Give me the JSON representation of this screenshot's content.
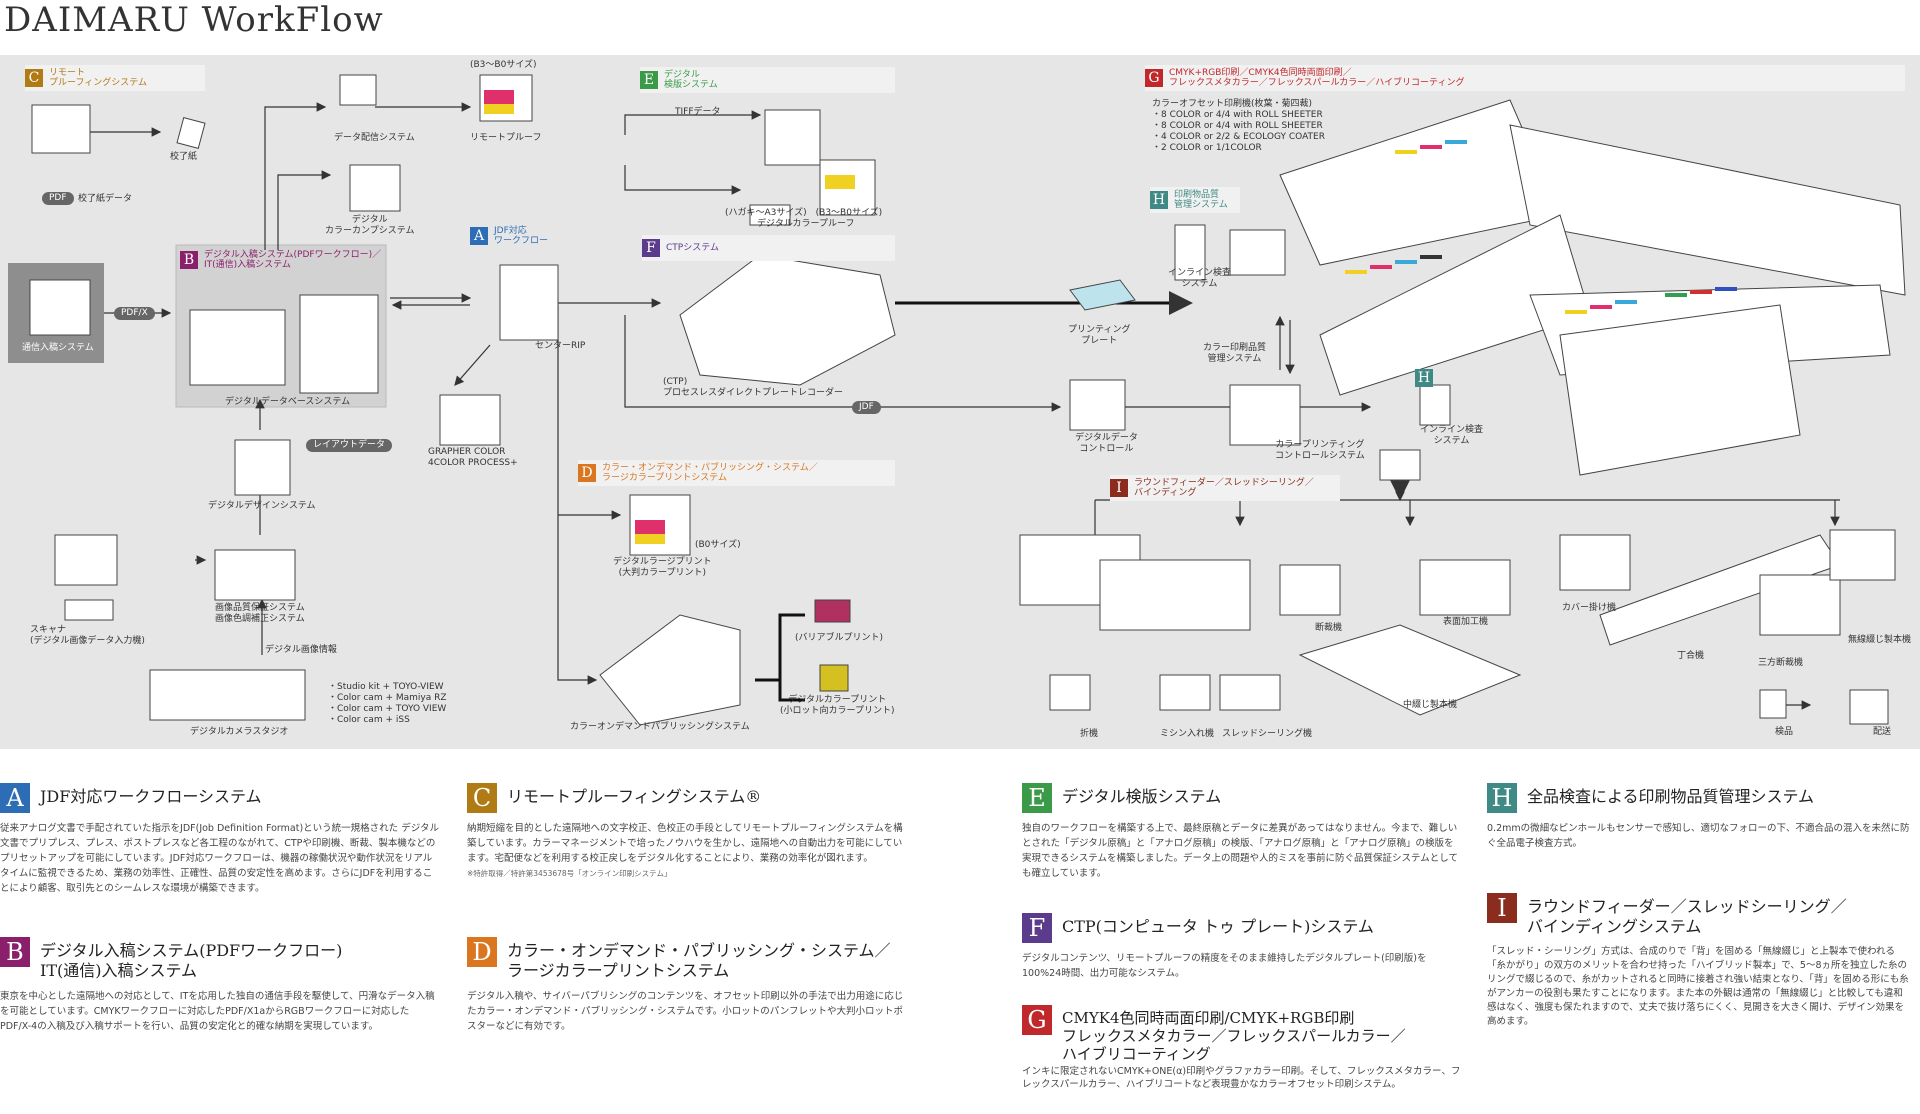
{
  "title": "DAIMARU WorkFlow",
  "colors": {
    "A": "#2d6db5",
    "B": "#8a1f6b",
    "C": "#b07a14",
    "D": "#d9761f",
    "E": "#3a9a48",
    "F": "#5b3b8c",
    "G": "#c0282c",
    "H": "#3f8a85",
    "I": "#8a2d1f"
  },
  "sections": {
    "C": {
      "letter": "C",
      "title": "リモート\nプルーフィングシステム"
    },
    "B": {
      "letter": "B",
      "title": "デジタル入稿システム(PDFワークフロー)／\nIT(通信)入稿システム"
    },
    "A": {
      "letter": "A",
      "title": "JDF対応\nワークフロー"
    },
    "E": {
      "letter": "E",
      "title": "デジタル\n検版システム"
    },
    "F": {
      "letter": "F",
      "title": "CTPシステム"
    },
    "D": {
      "letter": "D",
      "title": "カラー・オンデマンド・パブリッシング・システム／\nラージカラープリントシステム"
    },
    "G": {
      "letter": "G",
      "title": "CMYK+RGB印刷／CMYK4色同時両面印刷／\nフレックスメタカラー／フレックスパールカラー／ハイブリコーティング"
    },
    "H": {
      "letter": "H",
      "title": "印刷物品質\n管理システム"
    },
    "H2": {
      "letter": "H"
    },
    "I": {
      "letter": "I",
      "title": "ラウンドフィーダー／スレッドシーリング／\nバインディング"
    }
  },
  "labels": {
    "size_b3b0_top": "(B3〜B0サイズ)",
    "data_delivery": "データ配信システム",
    "remote_proof": "リモートプルーフ",
    "proof_paper": "校了紙",
    "pdf_pill": "PDF",
    "proof_data": "校了紙データ",
    "digital_color_comp": "デジタル\nカラーカンプシステム",
    "comm_input": "通信入稿システム",
    "pdfx_pill": "PDF/X",
    "db_system": "デジタルデータベースシステム",
    "center_rip": "センターRIP",
    "tiff_data": "TIFFデータ",
    "hagaki": "(ハガキ〜A3サイズ)　(B3〜B0サイズ)",
    "digital_color_proof": "デジタルカラープルーフ",
    "ctp": "(CTP)\nプロセスレスダイレクトプレートレコーダー",
    "jdf_pill": "JDF",
    "grapher": "GRAPHER COLOR\n4COLOR PROCESS+",
    "layout_pill": "レイアウトデータ",
    "design_system": "デジタルデザインシステム",
    "scanner": "スキャナ\n(デジタル画像データ入力機)",
    "image_quality": "画像品質保証システム\n画像色調補正システム",
    "digital_image_info": "デジタル画像情報",
    "studio_list": "・Studio kit + TOYO-VIEW\n・Color cam + Mamiya RZ\n・Color cam + TOYO VIEW\n・Color cam + iSS",
    "camera_studio": "デジタルカメラスタジオ",
    "b0_size": "(B0サイズ)",
    "large_print": "デジタルラージプリント\n(大判カラープリント)",
    "variable": "(バリアブルプリント)",
    "color_print": "デジタルカラープリント\n(小ロット向カラープリント)",
    "cod_system": "カラーオンデマンドパブリッシングシステム",
    "printing_plate": "プリンティング\nプレート",
    "press_spec": "カラーオフセット印刷機(枚葉・菊四裁)\n・8 COLOR or 4/4 with ROLL SHEETER\n・8 COLOR or 4/4 with ROLL SHEETER\n・4 COLOR or 2/2 & ECOLOGY COATER\n・2 COLOR or 1/1COLOR",
    "inline_inspect1": "インライン検査\nシステム",
    "color_quality_mgmt": "カラー印刷品質\n管理システム",
    "digital_data_control": "デジタルデータ\nコントロール",
    "color_print_control": "カラープリンティング\nコントロールシステム",
    "inline_inspect2": "インライン検査\nシステム",
    "surface_process": "表面加工機",
    "cover_machine": "カバー掛け機",
    "folding": "折機",
    "sewing": "ミシン入れ機",
    "sled_sealing": "スレッドシーリング機",
    "cutting": "断裁機",
    "saddle_binding": "中綴じ製本機",
    "collator": "丁合機",
    "three_knife": "三方断裁機",
    "perfect_binding": "無線綴じ製本機",
    "inspection": "検品",
    "delivery": "配送"
  },
  "descriptions": [
    {
      "letter": "A",
      "title": "JDF対応ワークフローシステム",
      "body": "従来アナログ文書で手配されていた指示をJDF(Job Definition Format)という統一規格された デジタル文書でプリプレス、プレス、ポストプレスなど各工程のながれて、CTPや印刷機、断裁、製本機などのプリセットアップを可能にしています。JDF対応ワークフローは、機器の稼働状況や動作状況をリアルタイムに監視できるため、業務の効率性、正確性、品質の安定性を高めます。さらにJDFを利用することにより顧客、取引先とのシームレスな環境が構築できます。"
    },
    {
      "letter": "B",
      "title": "デジタル入稿システム(PDFワークフロー)\nIT(通信)入稿システム",
      "body": "東京を中心とした遠隔地への対応として、ITを応用した独自の通信手段を駆使して、円滑なデータ入稿を可能としています。CMYKワークフローに対応したPDF/X1aからRGBワークフローに対応したPDF/X-4の入稿及び入稿サポートを行い、品質の安定化と的確な納期を実現しています。"
    },
    {
      "letter": "C",
      "title": "リモートプルーフィングシステム®",
      "body": "納期短縮を目的とした遠隔地への文字校正、色校正の手段としてリモートプルーフィングシステムを構築しています。カラーマネージメントで培ったノウハウを生かし、遠隔地への自動出力を可能にしています。宅配便などを利用する校正戻しをデジタル化することにより、業務の効率化が図れます。",
      "note": "※特許取得／特許第3453678号「オンライン印刷システム」"
    },
    {
      "letter": "D",
      "title": "カラー・オンデマンド・パブリッシング・システム／\nラージカラープリントシステム",
      "body": "デジタル入稿や、サイバーパブリシングのコンテンツを、オフセット印刷以外の手法で出力用途に応じたカラー・オンデマンド・パブリッシング・システムです。小ロットのパンフレットや大判小ロットポスターなどに有効です。"
    },
    {
      "letter": "E",
      "title": "デジタル検版システム",
      "body": "独自のワークフローを構築する上で、最終原稿とデータに差異があってはなりません。今まで、難しいとされた「デジタル原稿」と「アナログ原稿」の検版、「アナログ原稿」と「アナログ原稿」の検版を実現できるシステムを構築しました。データ上の問題や人的ミスを事前に防ぐ品質保証システムとしても確立しています。"
    },
    {
      "letter": "F",
      "title": "CTP(コンピュータ トゥ プレート)システム",
      "body": "デジタルコンテンツ、リモートプルーフの精度をそのまま維持したデジタルプレート(印刷版)を100%24時間、出力可能なシステム。"
    },
    {
      "letter": "G",
      "title": "CMYK4色同時両面印刷/CMYK+RGB印刷\nフレックスメタカラー／フレックスパールカラー／\nハイブリコーティング",
      "body": "インキに限定されないCMYK+ONE(α)印刷やグラファカラー印刷。そして、フレックスメタカラー、フレックスパールカラー、ハイブリコートなど表現豊かなカラーオフセット印刷システム。"
    },
    {
      "letter": "H",
      "title": "全品検査による印刷物品質管理システム",
      "body": "0.2mmの微細なピンホールもセンサーで感知し、適切なフォローの下、不適合品の混入を未然に防ぐ全品電子検査方式。"
    },
    {
      "letter": "I",
      "title": "ラウンドフィーダー／スレッドシーリング／\nバインディングシステム",
      "body": "「スレッド・シーリング」方式は、合成のりで「背」を固める「無線綴じ」と上製本で使われる「糸かがり」の双方のメリットを合わせ持った「ハイブリッド製本」で、5〜8ヵ所を独立した糸のリングで綴じるので、糸がカットされると同時に接着され強い結束となり、「背」を固める形にも糸がアンカーの役割も果たすことになります。また本の外観は通常の「無線綴じ」と比較しても違和感はなく、強度も保たれますので、丈夫で抜け落ちにくく、見開きを大きく開け、デザイン効果を高めます。"
    }
  ]
}
